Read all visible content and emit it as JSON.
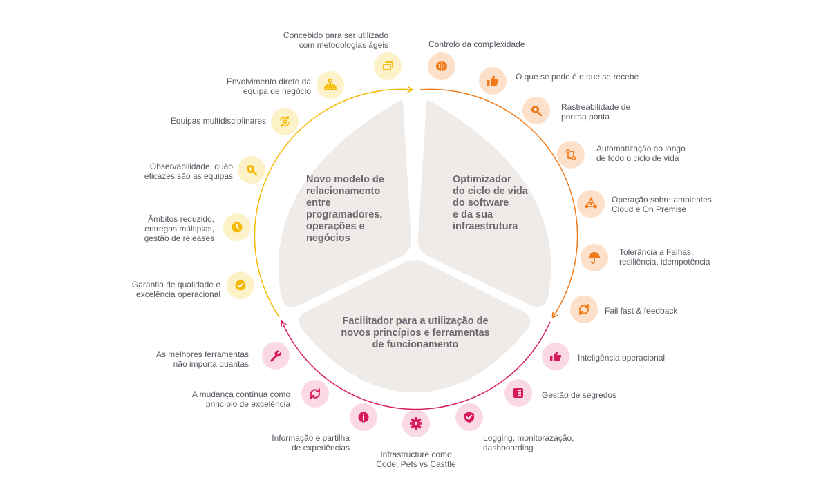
{
  "sectors": {
    "left": "Novo modelo de\nrelacionamento\nentre\nprogramadores,\noperações e\nnegócios",
    "right": "Optimizador\ndo ciclo de vida\ndo software\ne da sua\ninfraestrutura",
    "bottom": "Facilitador para a utilização de\nnovos princípios e ferramentas\nde funcionamento"
  },
  "items": [
    {
      "id": "agile",
      "label": "Concebido para ser utilizado\ncom metodologias ágeis",
      "icon": "window-stack-icon",
      "color": "#f5b800",
      "bg": "#fdf1c8"
    },
    {
      "id": "business-team",
      "label": "Envolvimento direto da\nequipa de negócio",
      "icon": "org-chart-icon",
      "color": "#f5b800",
      "bg": "#fdf1c8"
    },
    {
      "id": "multidisciplinary",
      "label": "Equipas multidisciplinares",
      "icon": "cycle-icon",
      "color": "#f5b800",
      "bg": "#fdf1c8"
    },
    {
      "id": "observability",
      "label": "Observabilidade, quão\neficazes são as equipas",
      "icon": "magnify-plus-icon",
      "color": "#f5b800",
      "bg": "#fdf1c8"
    },
    {
      "id": "scopes",
      "label": "Âmbitos reduzido,\nentregas múltiplas,\ngestão de releases",
      "icon": "clock-icon",
      "color": "#f5b800",
      "bg": "#fdf1c8"
    },
    {
      "id": "quality",
      "label": "Garantia de qualidade e\nexcelência operacional",
      "icon": "check-circle-icon",
      "color": "#f5b800",
      "bg": "#fdf1c8"
    },
    {
      "id": "complexity",
      "label": "Controlo da complexidade",
      "icon": "brain-icon",
      "color": "#f07a1a",
      "bg": "#fde0c9"
    },
    {
      "id": "ask-receive",
      "label": "O que se pede é o que se recebe",
      "icon": "thumbs-up-icon",
      "color": "#f07a1a",
      "bg": "#fde0c9"
    },
    {
      "id": "traceability",
      "label": "Rastreabilidade de\npontaa ponta",
      "icon": "magnify-plus-icon",
      "color": "#f07a1a",
      "bg": "#fde0c9"
    },
    {
      "id": "automation",
      "label": "Automatização ao longo\nde todo o ciclo de vida",
      "icon": "pipeline-icon",
      "color": "#f07a1a",
      "bg": "#fde0c9"
    },
    {
      "id": "cloud",
      "label": "Operação sobre ambientes\nCloud e On Premise",
      "icon": "network-icon",
      "color": "#f07a1a",
      "bg": "#fde0c9"
    },
    {
      "id": "fault-tolerance",
      "label": "Tolerância a Falhas,\nresiliência, idempotência",
      "icon": "umbrella-icon",
      "color": "#f07a1a",
      "bg": "#fde0c9"
    },
    {
      "id": "fail-fast",
      "label": "Fail fast & feedback",
      "icon": "refresh-icon",
      "color": "#f07a1a",
      "bg": "#fde0c9"
    },
    {
      "id": "ops-intelligence",
      "label": "Inteligência operacional",
      "icon": "thumbs-up-icon",
      "color": "#d81b5a",
      "bg": "#fbd9e4"
    },
    {
      "id": "secrets",
      "label": "Gestão de segredos",
      "icon": "list-icon",
      "color": "#d81b5a",
      "bg": "#fbd9e4"
    },
    {
      "id": "logging",
      "label": "Logging, monitorazação,\ndashboarding",
      "icon": "shield-check-icon",
      "color": "#d81b5a",
      "bg": "#fbd9e4"
    },
    {
      "id": "iac",
      "label": "Infrastructure como\nCode, Pets vs Casttle",
      "icon": "gear-icon",
      "color": "#d81b5a",
      "bg": "#fbd9e4"
    },
    {
      "id": "knowledge",
      "label": "Informação e partilha\nde experiências",
      "icon": "info-icon",
      "color": "#d81b5a",
      "bg": "#fbd9e4"
    },
    {
      "id": "continuous-change",
      "label": "A mudança contínua como\nprincípio de excelência",
      "icon": "refresh-icon",
      "color": "#d81b5a",
      "bg": "#fbd9e4"
    },
    {
      "id": "best-tools",
      "label": "As melhores ferramentas\nnão importa quantas",
      "icon": "wrench-icon",
      "color": "#d81b5a",
      "bg": "#fbd9e4"
    }
  ],
  "colors": {
    "yellow": "#f5b800",
    "orange": "#f07a1a",
    "pink": "#d81b5a",
    "sector_fill": "#eeebe8"
  }
}
